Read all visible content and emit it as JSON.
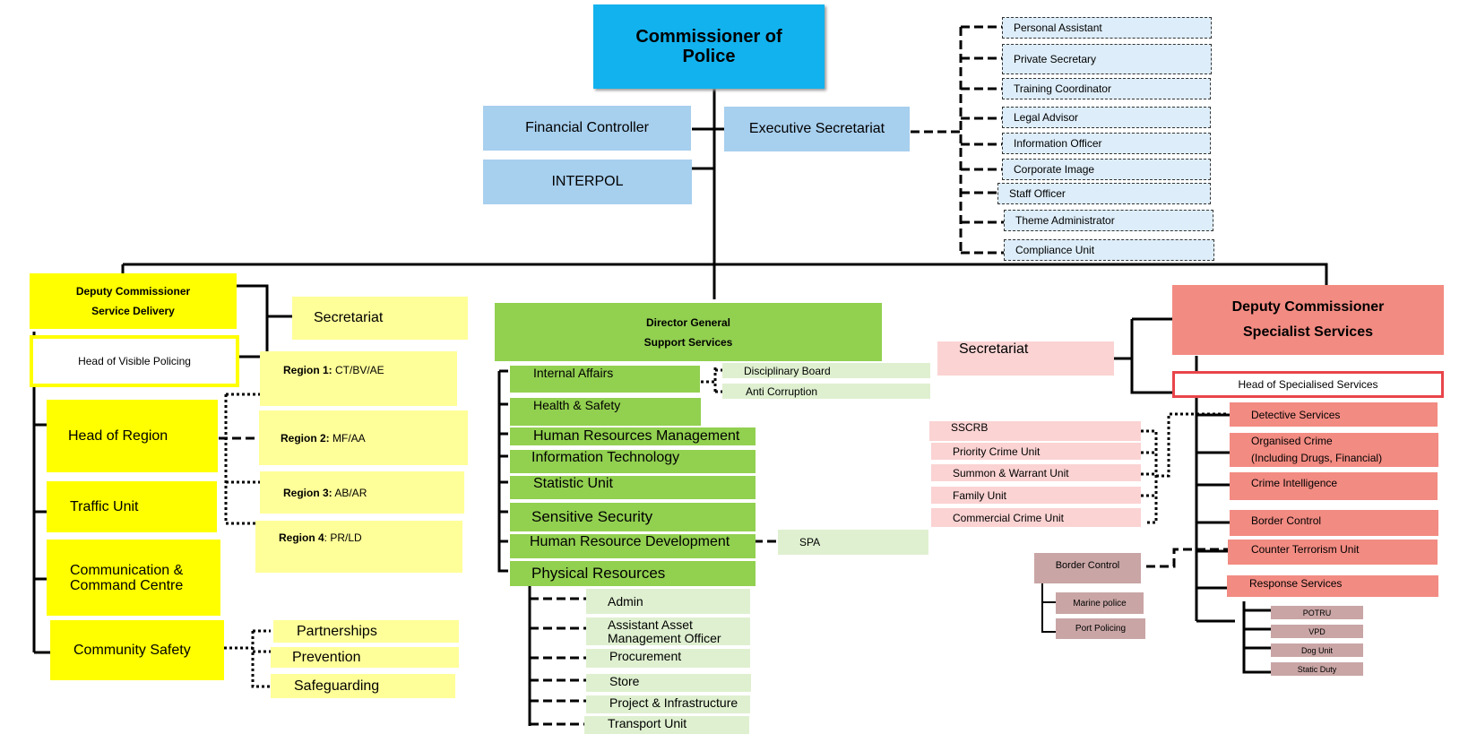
{
  "top": {
    "commissioner": "Commissioner of\nPolice",
    "financial_controller": "Financial Controller",
    "interpol": "INTERPOL",
    "executive_secretariat": "Executive Secretariat",
    "exec_units": [
      "Personal Assistant",
      "Private Secretary",
      "Training Coordinator",
      "Legal Advisor",
      "Information Officer",
      "Corporate Image",
      "Staff Officer",
      "Theme Administrator",
      "Compliance Unit"
    ]
  },
  "service_delivery": {
    "deputy": "Deputy Commissioner\nService Delivery",
    "secretariat": "Secretariat",
    "head_visible": "Head of Visible Policing",
    "head_region": "Head of Region",
    "traffic": "Traffic Unit",
    "communication": "Communication &\nCommand Centre",
    "community": "Community Safety",
    "regions": [
      {
        "label": "Region 1:",
        "value": " CT/BV/AE"
      },
      {
        "label": "Region 2:",
        "value": " MF/AA"
      },
      {
        "label": "Region 3:",
        "value": " AB/AR"
      },
      {
        "label": "Region 4",
        "value": ": PR/LD"
      }
    ],
    "community_units": [
      "Partnerships",
      "Prevention",
      "Safeguarding"
    ]
  },
  "support_services": {
    "director": "Director General\nSupport Services",
    "units": [
      "Internal Affairs",
      "Health & Safety",
      "Human Resources Management",
      "Information Technology",
      "Statistic Unit",
      "Sensitive Security",
      "Human Resource Development",
      "Physical Resources"
    ],
    "disciplinary": "Disciplinary Board",
    "anti_corruption": "Anti Corruption",
    "spa": "SPA",
    "physical_units": [
      "Admin",
      "Assistant Asset\nManagement Officer",
      "Procurement",
      "Store",
      "Project & Infrastructure",
      "Transport Unit"
    ]
  },
  "specialist": {
    "deputy": "Deputy Commissioner\nSpecialist Services",
    "secretariat": "Secretariat",
    "head_specialised": "Head of Specialised Services",
    "units": [
      "Detective Services",
      "Organised Crime\n(Including Drugs, Financial)",
      "Crime Intelligence",
      "Border Control",
      "Counter Terrorism Unit",
      "Response Services"
    ],
    "detective_units": [
      "SSCRB",
      "Priority Crime Unit",
      "Summon & Warrant Unit",
      "Family Unit",
      "Commercial Crime Unit"
    ],
    "border_control_sub": "Border Control",
    "border_units": [
      "Marine police",
      "Port Policing"
    ],
    "response_units": [
      "POTRU",
      "VPD",
      "Dog Unit",
      "Static Duty"
    ]
  },
  "colors": {
    "top_blue": "#12b2ee",
    "blue": "#a7cfee",
    "light_blue": "#ddedf9",
    "yellow": "#ffff00",
    "light_yellow": "#ffff99",
    "green": "#92d050",
    "light_green": "#dff0d0",
    "red": "#f28b82",
    "light_red": "#fbd3d3",
    "rose": "#c9a5a5"
  }
}
